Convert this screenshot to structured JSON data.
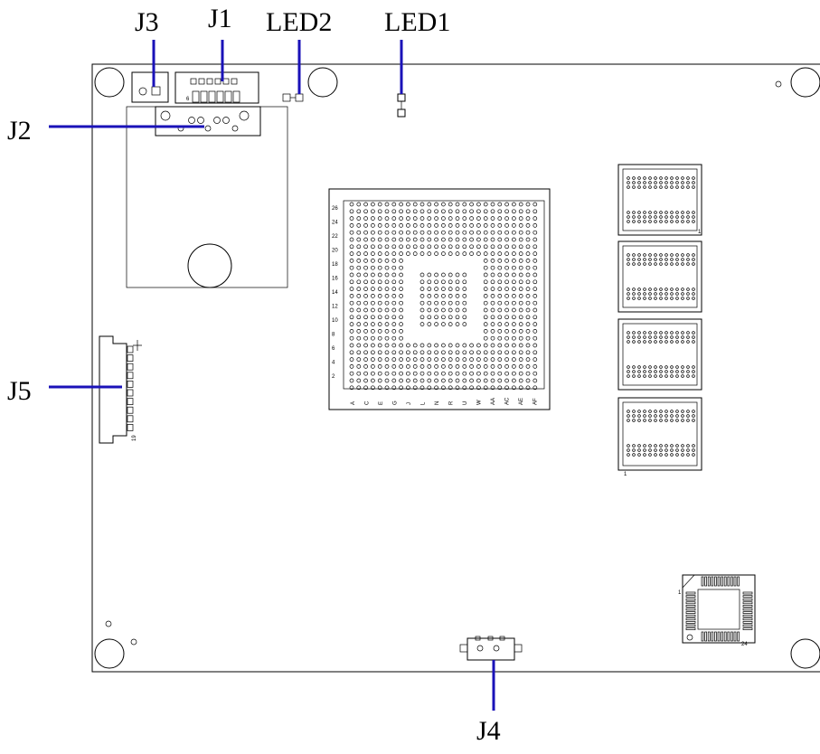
{
  "labels": {
    "j3": "J3",
    "j1": "J1",
    "led2": "LED2",
    "led1": "LED1",
    "j2": "J2",
    "j5": "J5",
    "j4": "J4"
  },
  "pin_marks": {
    "j1_pin": "6",
    "j5_pin": "19",
    "ddr_a": "1",
    "ddr_b": "1",
    "qfn_a": "1",
    "qfn_b": "24"
  },
  "bga_rows": [
    "26",
    "24",
    "22",
    "20",
    "18",
    "16",
    "14",
    "12",
    "10",
    "8",
    "6",
    "4",
    "2"
  ],
  "bga_cols": [
    "A",
    "C",
    "E",
    "G",
    "J",
    "L",
    "N",
    "R",
    "U",
    "W",
    "AA",
    "AC",
    "AE",
    "AF"
  ],
  "colors": {
    "leader": "#1a12b8",
    "outline": "#000000"
  }
}
